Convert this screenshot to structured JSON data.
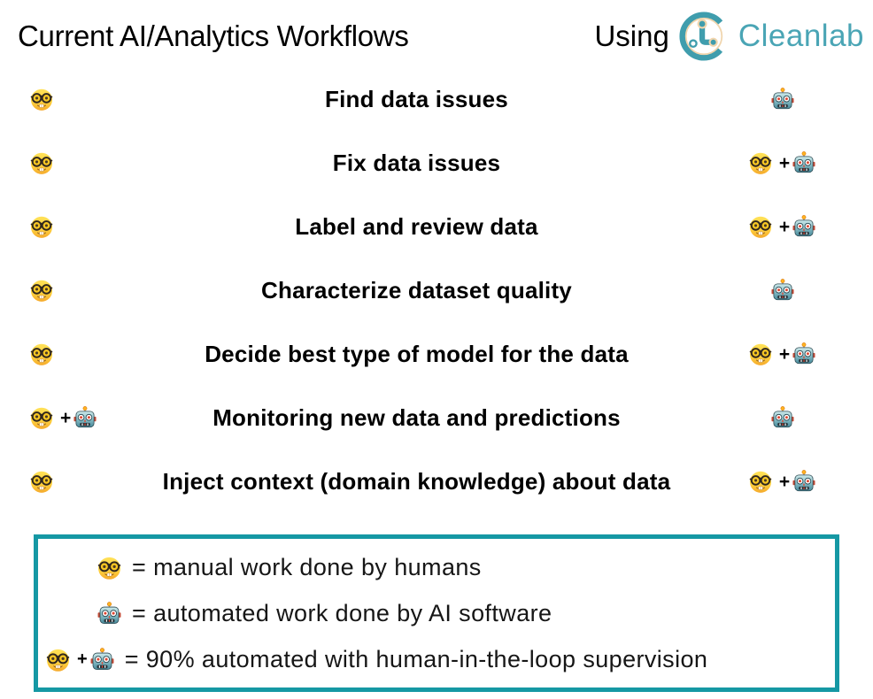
{
  "header": {
    "title": "Current AI/Analytics Workflows",
    "using_label": "Using",
    "brand": "Cleanlab"
  },
  "plus_sign": "+",
  "colors": {
    "accent_teal": "#1598a4",
    "brand_teal": "#4aa5b5",
    "logo_teal": "#3f9dad",
    "logo_tan": "#f0d5ad"
  },
  "icons": {
    "human": "nerd-face-emoji",
    "robot": "robot-emoji"
  },
  "rows": [
    {
      "label": "Find data issues",
      "current": [
        "human"
      ],
      "cleanlab": [
        "robot"
      ]
    },
    {
      "label": "Fix data issues",
      "current": [
        "human"
      ],
      "cleanlab": [
        "human",
        "robot"
      ]
    },
    {
      "label": "Label and review data",
      "current": [
        "human"
      ],
      "cleanlab": [
        "human",
        "robot"
      ]
    },
    {
      "label": "Characterize dataset quality",
      "current": [
        "human"
      ],
      "cleanlab": [
        "robot"
      ]
    },
    {
      "label": "Decide best type of model for the data",
      "current": [
        "human"
      ],
      "cleanlab": [
        "human",
        "robot"
      ]
    },
    {
      "label": "Monitoring new data and predictions",
      "current": [
        "human",
        "robot"
      ],
      "cleanlab": [
        "robot"
      ]
    },
    {
      "label": "Inject context (domain knowledge) about data",
      "current": [
        "human"
      ],
      "cleanlab": [
        "human",
        "robot"
      ]
    }
  ],
  "legend": {
    "items": [
      {
        "icons": [
          "human"
        ],
        "text": "= manual work done by humans"
      },
      {
        "icons": [
          "robot"
        ],
        "text": "= automated work done by AI software"
      },
      {
        "icons": [
          "human",
          "robot"
        ],
        "text": "= 90% automated with human-in-the-loop supervision"
      }
    ]
  }
}
